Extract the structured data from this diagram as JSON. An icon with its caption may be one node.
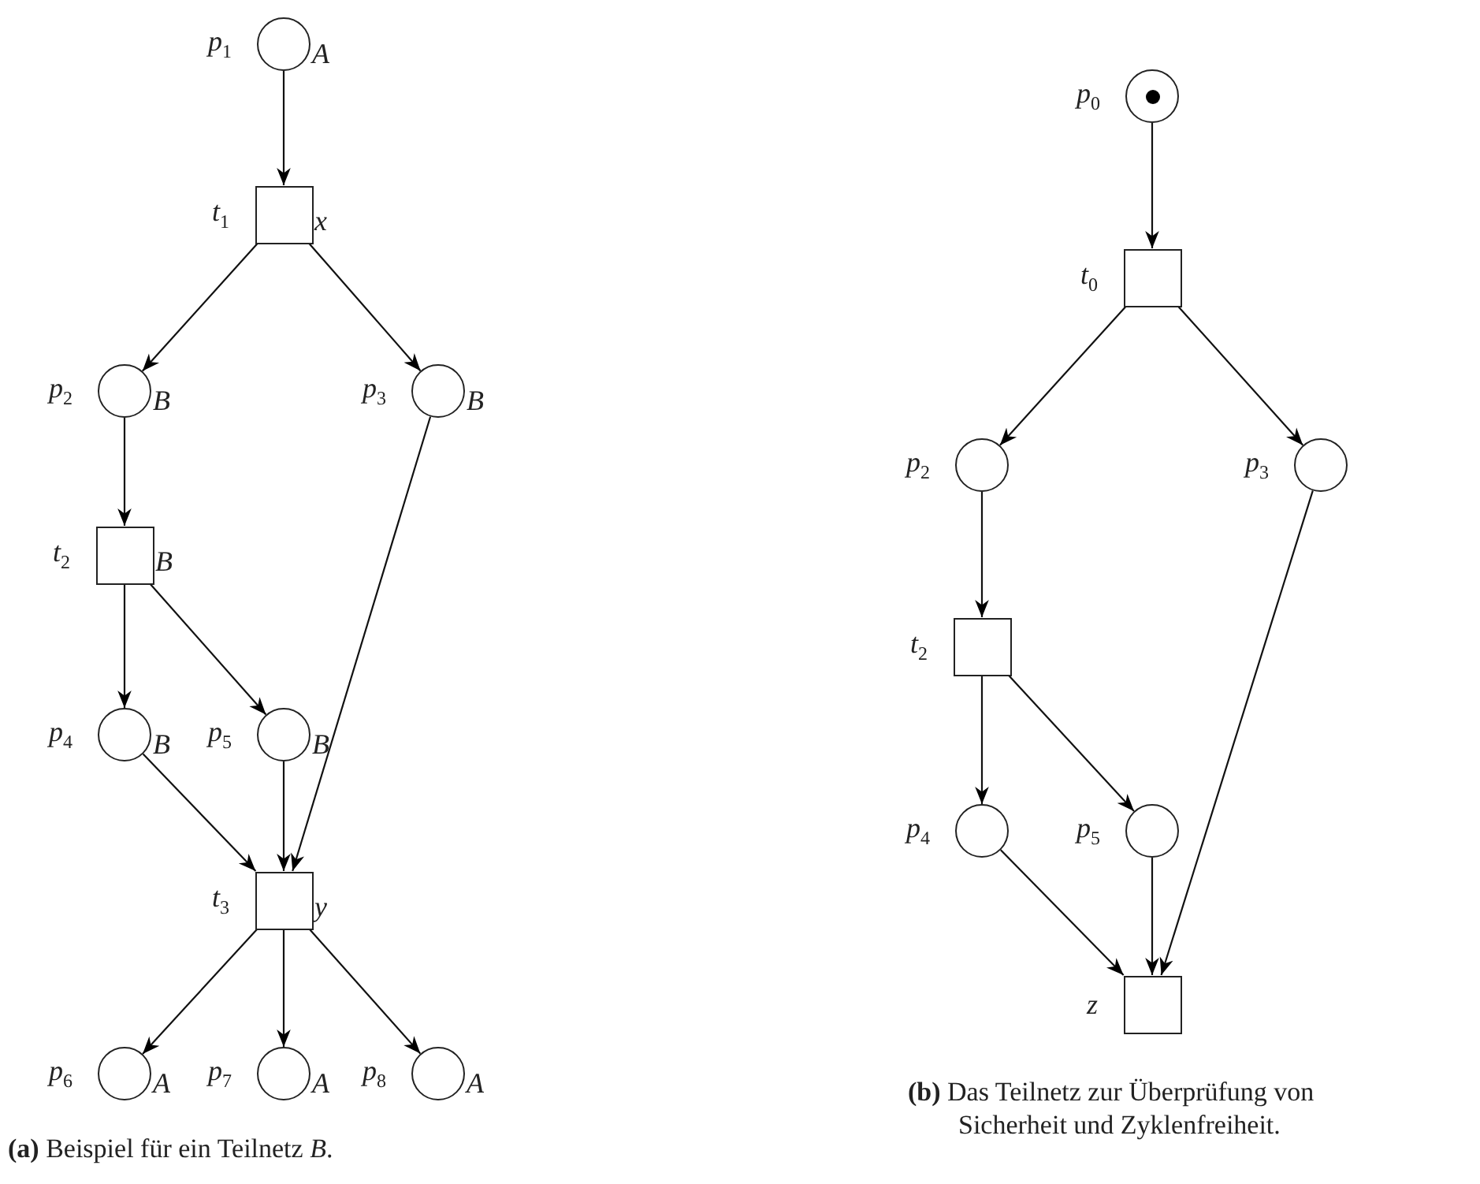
{
  "diagram": {
    "nodes": [
      {
        "text": [],
        "shape": "circle",
        "beside": [
          "p$_{1}$",
          "A"
        ]
      },
      {
        "text": [],
        "shape": "box",
        "beside": [
          "t$_{1}$",
          "x"
        ]
      },
      {
        "text": [],
        "shape": "circle",
        "beside": [
          "p$_{2}$",
          "B"
        ]
      },
      {
        "text": [],
        "shape": "circle",
        "beside": [
          "p$_{3}$",
          "B"
        ]
      },
      {
        "text": [],
        "shape": "box",
        "beside": [
          "t$_{2}$",
          "B"
        ]
      },
      {
        "text": [],
        "shape": "circle",
        "beside": [
          "p$_{4}$",
          "B"
        ]
      },
      {
        "text": [],
        "shape": "circle",
        "beside": [
          "p$_{5}$",
          "B"
        ]
      },
      {
        "text": [],
        "shape": "box",
        "beside": [
          "t$_{3}$",
          "y"
        ]
      },
      {
        "text": [],
        "shape": "circle",
        "beside": [
          "p$_{6}$",
          "A"
        ]
      },
      {
        "text": [],
        "shape": "circle",
        "beside": [
          "p$_{7}$",
          "A"
        ]
      },
      {
        "text": [],
        "shape": "circle",
        "beside": [
          "p$_{8}$",
          "A"
        ]
      },
      {
        "text": [],
        "shape": "circle",
        "beside": [
          "p$_{0}$"
        ]
      },
      {
        "text": [],
        "shape": "box",
        "beside": [
          "t$_{0}$"
        ]
      },
      {
        "text": [],
        "shape": "circle",
        "beside": [
          "p$_{2}$"
        ]
      },
      {
        "text": [],
        "shape": "circle",
        "beside": [
          "p$_{3}$"
        ]
      },
      {
        "text": [],
        "shape": "box",
        "beside": [
          "t$_{2}$"
        ]
      },
      {
        "text": [],
        "shape": "circle",
        "beside": [
          "p$_{4}$"
        ]
      },
      {
        "text": [],
        "shape": "circle",
        "beside": [
          "p$_{5}$"
        ]
      },
      {
        "text": [],
        "shape": "box",
        "beside": [
          "z"
        ]
      }
    ],
    "edges": [
      {
        "from": 0,
        "to": 1,
        "arrow": "to"
      },
      {
        "from": 1,
        "to": 2,
        "arrow": "to"
      },
      {
        "from": 1,
        "to": 3,
        "arrow": "to"
      },
      {
        "from": 2,
        "to": 4,
        "arrow": "to"
      },
      {
        "from": 3,
        "to": 7,
        "arrow": "to"
      },
      {
        "from": 4,
        "to": 5,
        "arrow": "to"
      },
      {
        "from": 4,
        "to": 6,
        "arrow": "to"
      },
      {
        "from": 5,
        "to": 7,
        "arrow": "to"
      },
      {
        "from": 6,
        "to": 7,
        "arrow": "to"
      },
      {
        "from": 7,
        "to": 8,
        "arrow": "to"
      },
      {
        "from": 7,
        "to": 9,
        "arrow": "to"
      },
      {
        "from": 7,
        "to": 10,
        "arrow": "to"
      },
      {
        "from": 11,
        "to": 12,
        "arrow": "to"
      },
      {
        "from": 12,
        "to": 13,
        "arrow": "to"
      },
      {
        "from": 12,
        "to": 14,
        "arrow": "to"
      },
      {
        "from": 13,
        "to": 15,
        "arrow": "to"
      },
      {
        "from": 14,
        "to": 18,
        "arrow": "to"
      },
      {
        "from": 15,
        "to": 16,
        "arrow": "to"
      },
      {
        "from": 15,
        "to": 17,
        "arrow": "to"
      },
      {
        "from": 16,
        "to": 18,
        "arrow": "to"
      },
      {
        "from": 17,
        "to": 18,
        "arrow": "to"
      }
    ],
    "labels": [
      "**(a)** Beispiel für ein Teilnetz *B*.",
      "**(b)** Das Teilnetz zur Überprüfung von Sicherheit und Zyklenfreiheit."
    ]
  }
}
